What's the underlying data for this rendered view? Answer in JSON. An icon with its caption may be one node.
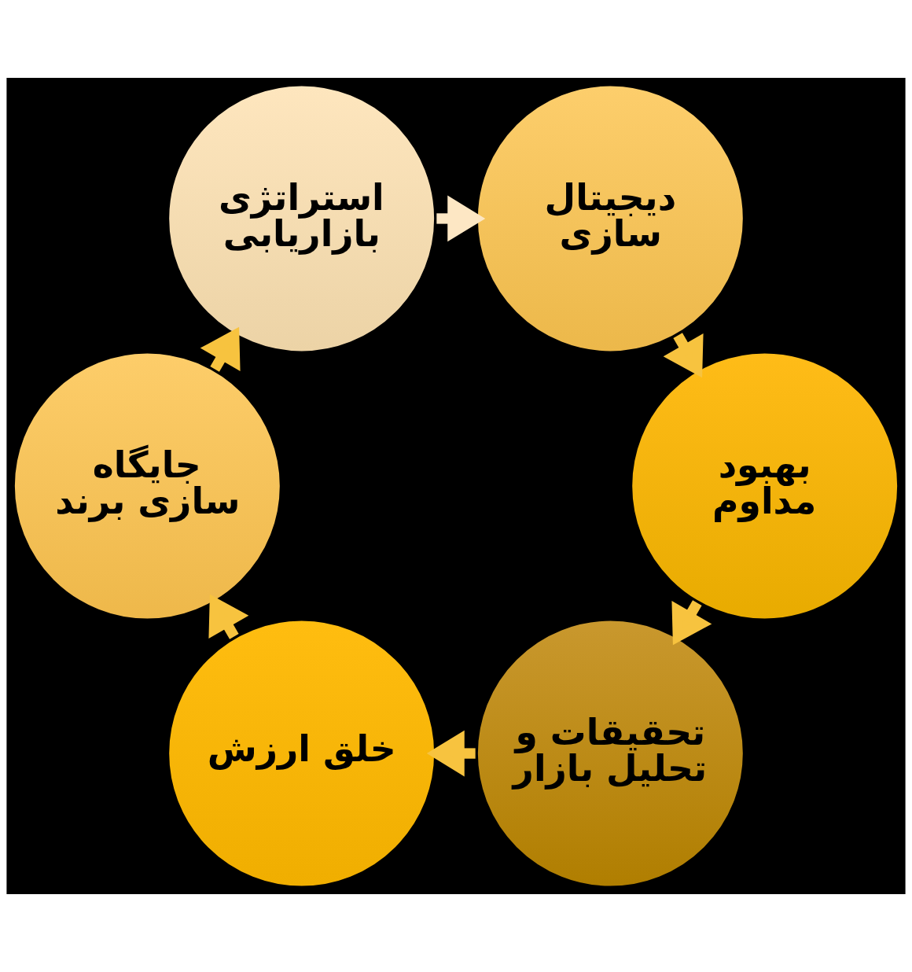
{
  "diagram": {
    "nodes": [
      {
        "text": [
          "تحقیقات و تحلیل بازار"
        ]
      },
      {
        "text": [
          "خلق ارزش"
        ]
      },
      {
        "text": [
          "جایگاه سازی برند"
        ]
      },
      {
        "text": [
          "استراتژی بازاریابی"
        ]
      },
      {
        "text": [
          "دیجیتال سازی"
        ]
      },
      {
        "text": [
          "بهبود مداوم"
        ]
      }
    ],
    "edges": [
      {
        "from": 0,
        "to": 1,
        "arrow": "to"
      },
      {
        "from": 1,
        "to": 2,
        "arrow": "to"
      },
      {
        "from": 2,
        "to": 3,
        "arrow": "to"
      },
      {
        "from": 3,
        "to": 4,
        "arrow": "to",
        "color": "#fde7c4"
      },
      {
        "from": 4,
        "to": 5,
        "arrow": "to"
      },
      {
        "from": 5,
        "to": 0,
        "arrow": "to"
      }
    ]
  }
}
